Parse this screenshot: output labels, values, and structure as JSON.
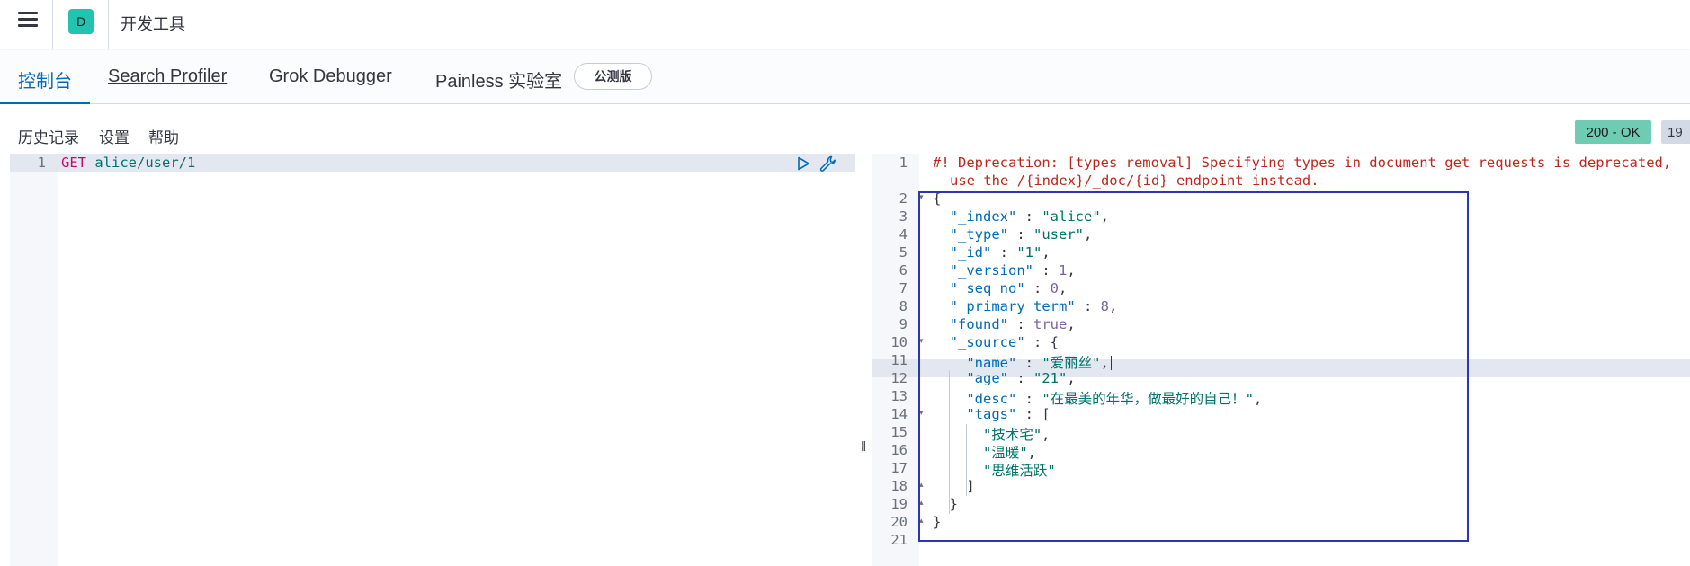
{
  "header": {
    "space_initial": "D",
    "title": "开发工具"
  },
  "tabs": [
    {
      "label": "控制台",
      "active": true
    },
    {
      "label": "Search Profiler",
      "active": false
    },
    {
      "label": "Grok Debugger",
      "active": false
    },
    {
      "label": "Painless 实验室",
      "active": false,
      "badge": "公测版"
    }
  ],
  "toolbar": {
    "history": "历史记录",
    "settings": "设置",
    "help": "帮助"
  },
  "status": {
    "response": "200 - OK",
    "time": "19"
  },
  "request_editor": {
    "line_number": "1",
    "method": "GET",
    "url": "alice/user/1"
  },
  "response_editor": {
    "line_numbers": [
      "1",
      "2",
      "3",
      "4",
      "5",
      "6",
      "7",
      "8",
      "9",
      "10",
      "11",
      "12",
      "13",
      "14",
      "15",
      "16",
      "17",
      "18",
      "19",
      "20",
      "21"
    ],
    "deprecation_line1": "#! Deprecation: [types removal] Specifying types in document get requests is deprecated,",
    "deprecation_line2": "use the /{index}/_doc/{id} endpoint instead.",
    "index_key": "\"_index\"",
    "index_val": "\"alice\"",
    "type_key": "\"_type\"",
    "type_val": "\"user\"",
    "id_key": "\"_id\"",
    "id_val": "\"1\"",
    "version_key": "\"_version\"",
    "version_val": "1",
    "seq_key": "\"_seq_no\"",
    "seq_val": "0",
    "term_key": "\"_primary_term\"",
    "term_val": "8",
    "found_key": "\"found\"",
    "found_val": "true",
    "source_key": "\"_source\"",
    "name_key": "\"name\"",
    "name_val": "\"爱丽丝\"",
    "age_key": "\"age\"",
    "age_val": "\"21\"",
    "desc_key": "\"desc\"",
    "desc_val": "\"在最美的年华，做最好的自己！\"",
    "tags_key": "\"tags\"",
    "tag1": "\"技术宅\"",
    "tag2": "\"温暖\"",
    "tag3": "\"思维活跃\""
  },
  "colors": {
    "accent": "#006bb8",
    "status_ok": "#6dccb1",
    "space_badge": "#20c4b0",
    "annotation_box": "#2b35b5"
  }
}
